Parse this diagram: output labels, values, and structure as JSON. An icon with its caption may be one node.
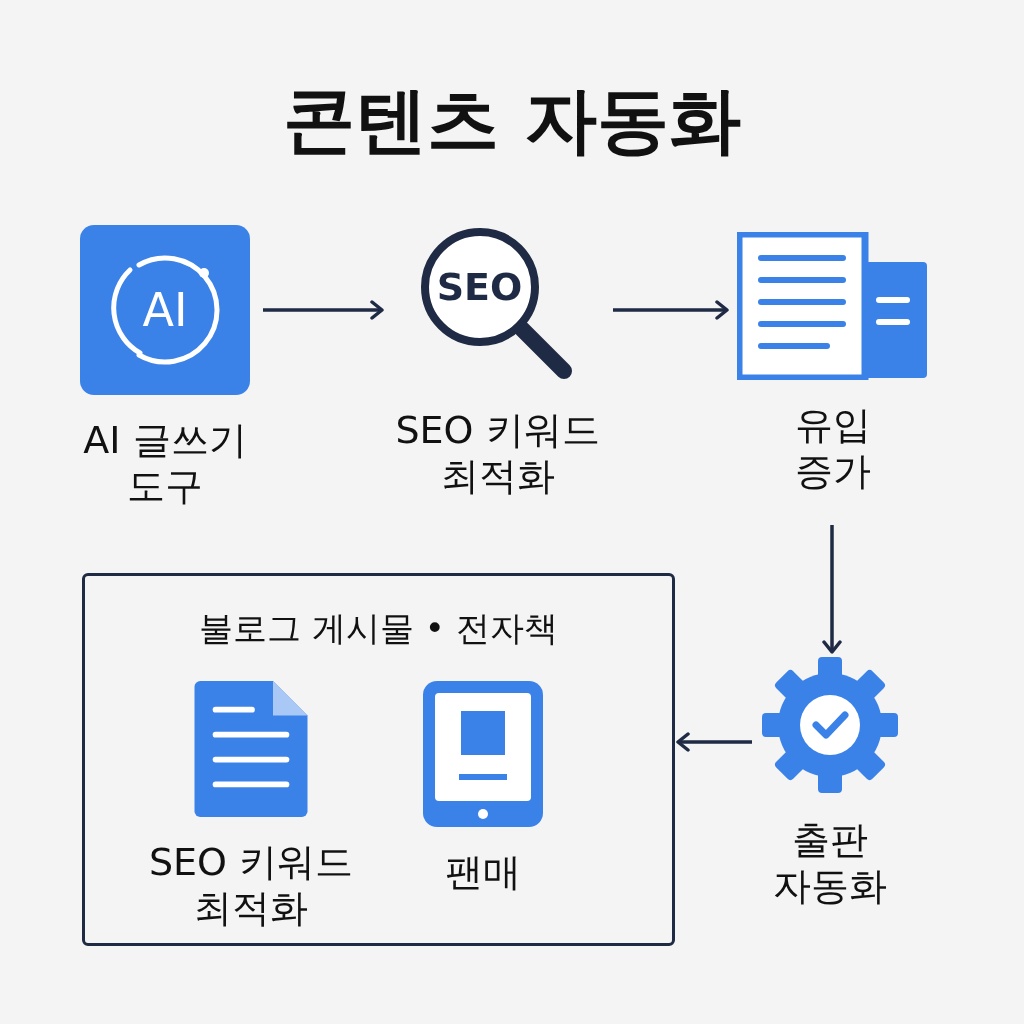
{
  "diagram": {
    "title": "콘텐츠 자동화",
    "nodes": [
      {
        "text": [
          "AI 글쓰기 도구"
        ]
      },
      {
        "text": [
          "SEO 키워드 최적화"
        ]
      },
      {
        "text": [
          "유입 증가"
        ]
      },
      {
        "text": [
          "출판 자동화"
        ]
      },
      {
        "text": [
          "불로그 게시물 • 전자책"
        ]
      },
      {
        "text": [
          "SEO 키워드 최적화"
        ],
        "in": 4
      },
      {
        "text": [
          "팬매"
        ],
        "in": 4
      }
    ],
    "edges": [
      {
        "from": 0,
        "to": 1,
        "arrow": "to"
      },
      {
        "from": 1,
        "to": 2,
        "arrow": "to"
      },
      {
        "from": 2,
        "to": 3,
        "arrow": "to"
      },
      {
        "from": 3,
        "to": 4,
        "arrow": "to"
      }
    ],
    "labels": [
      "AI",
      "SEO"
    ]
  }
}
